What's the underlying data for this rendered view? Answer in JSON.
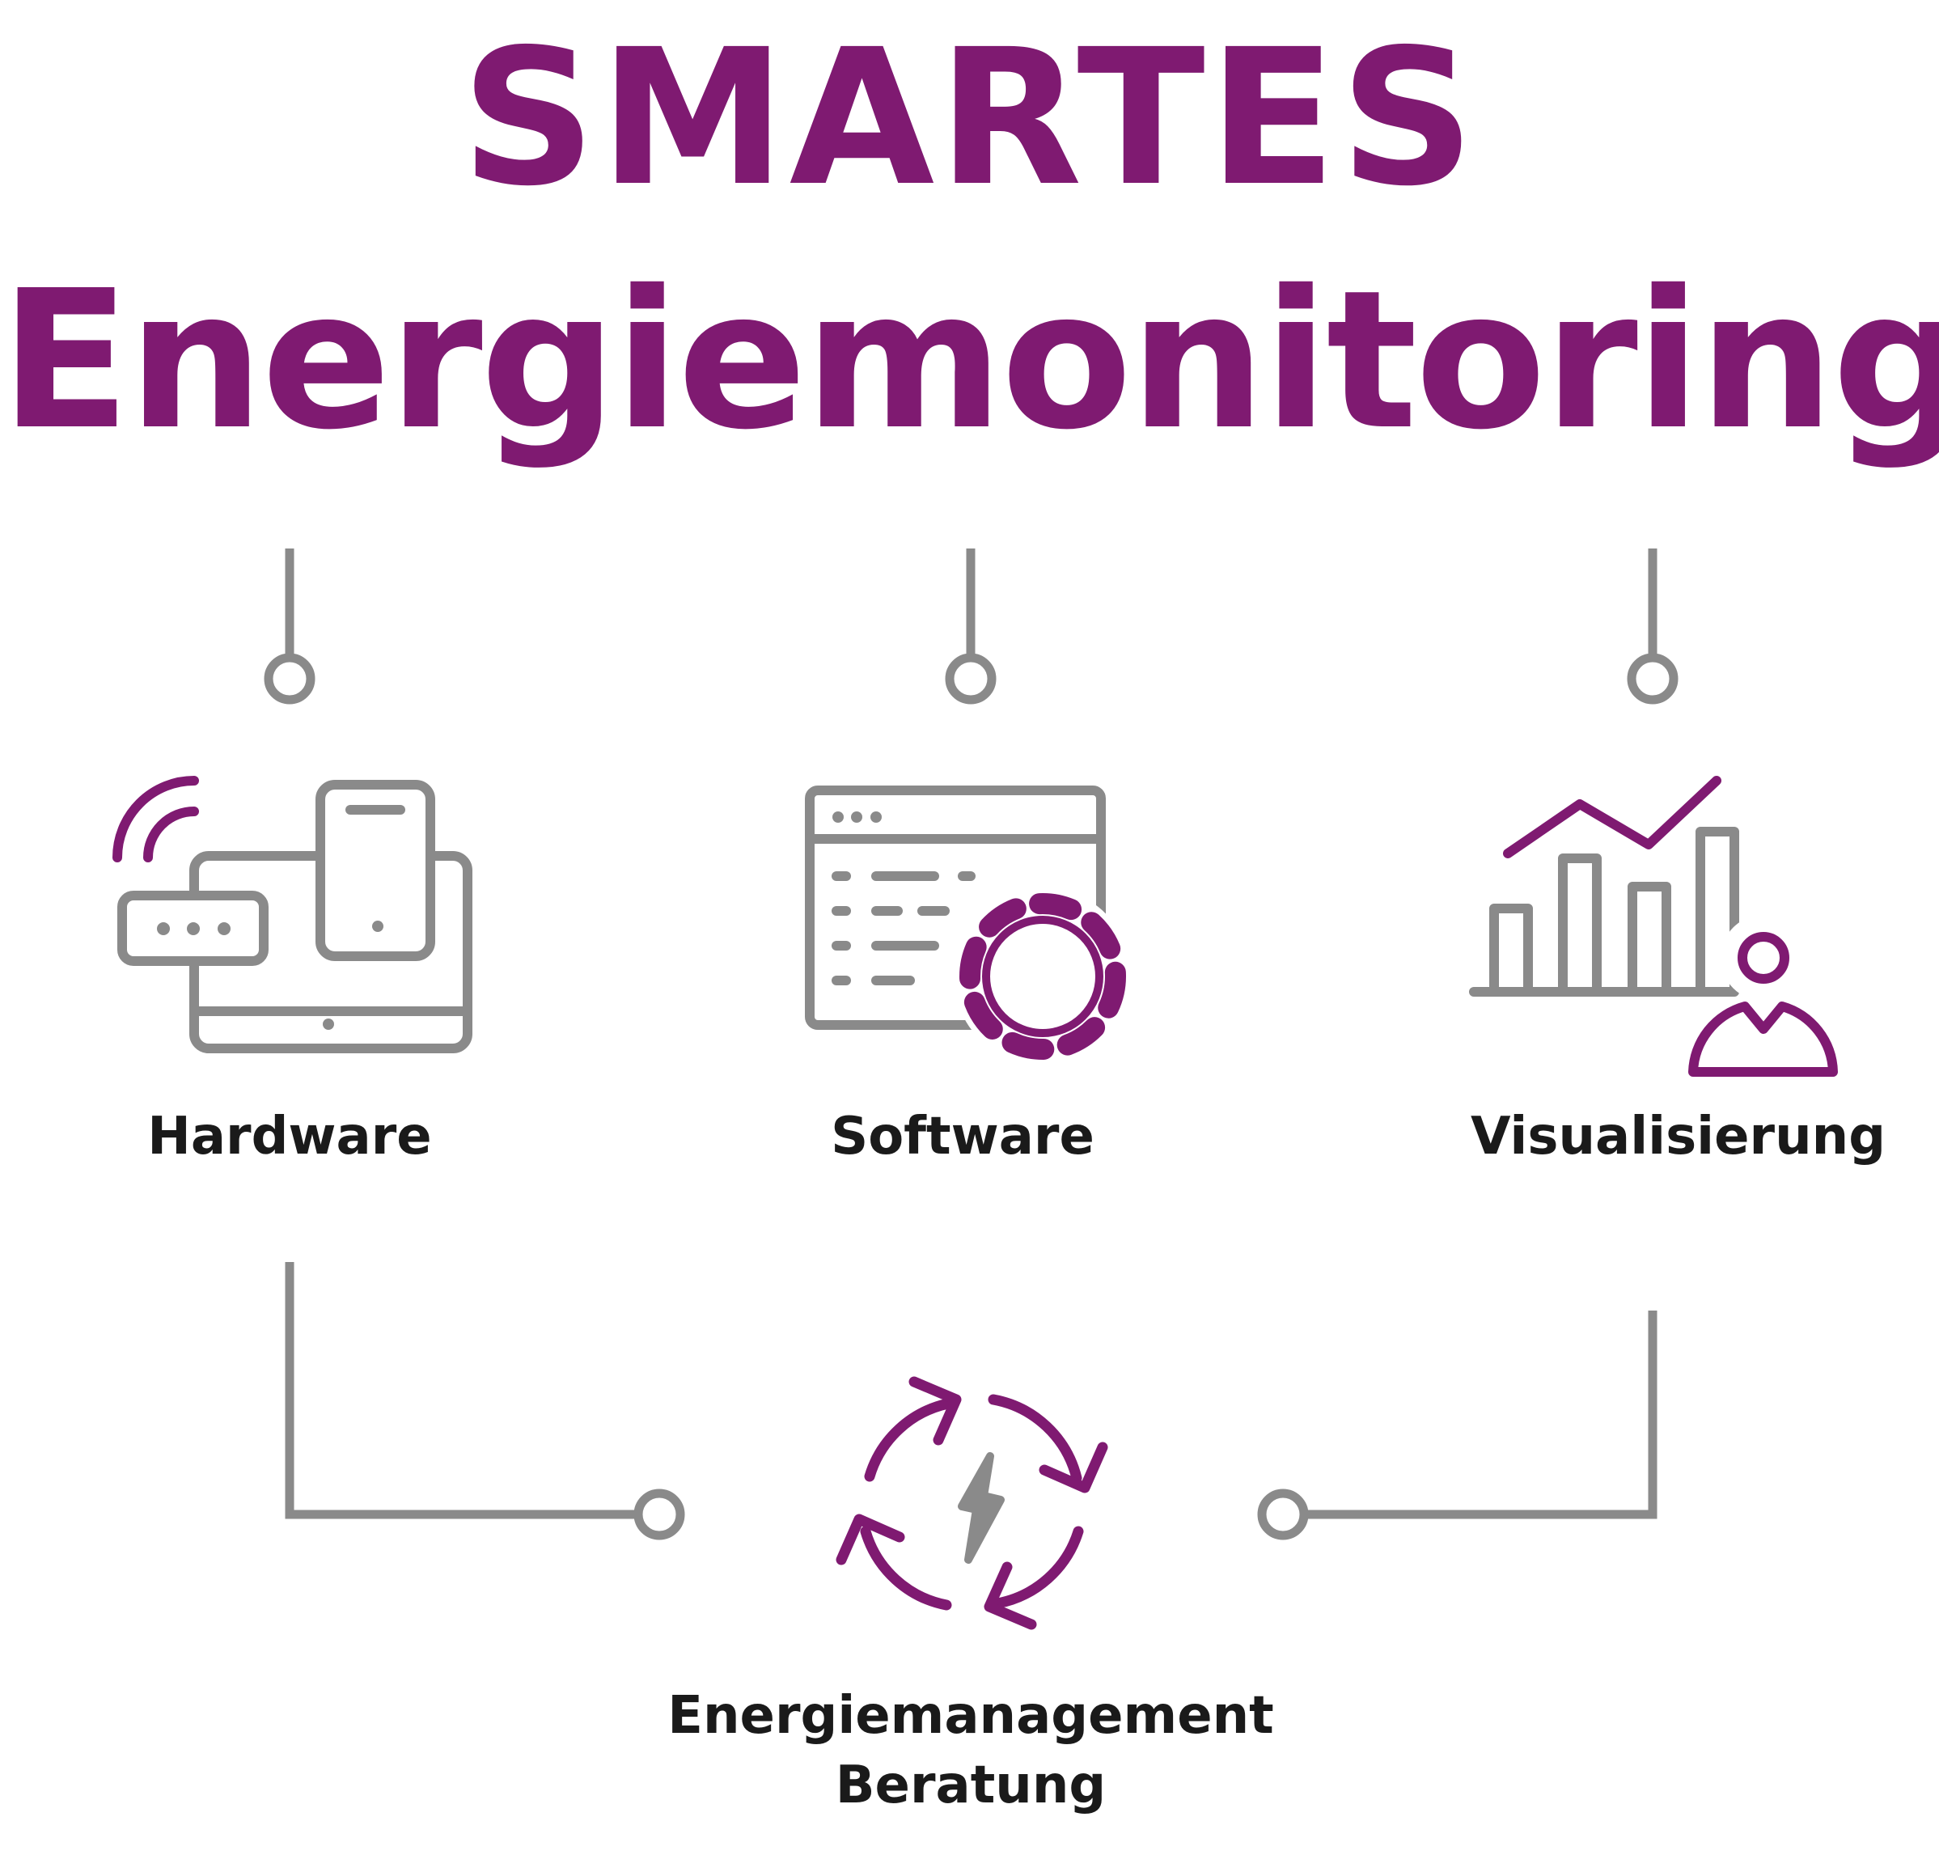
{
  "title": {
    "line1": "SMARTES",
    "line2": "Energiemonitoring"
  },
  "nodes": [
    {
      "label": "Hardware",
      "icon": "devices-wifi-icon"
    },
    {
      "label": "Software",
      "icon": "browser-gear-icon"
    },
    {
      "label": "Visualisierung",
      "icon": "chart-user-icon"
    }
  ],
  "bottom_node": {
    "line1": "Energiemanagement",
    "line2": "Beratung",
    "icon": "energy-cycle-icon"
  },
  "colors": {
    "accent": "#7f1a71",
    "line": "#8a8a8a",
    "text": "#1a1a1a"
  }
}
